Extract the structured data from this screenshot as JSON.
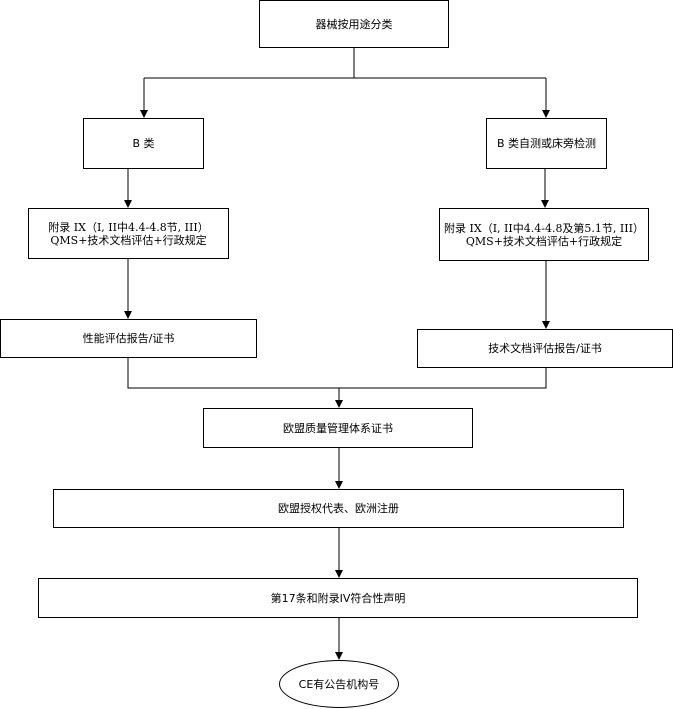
{
  "nodes": {
    "root": "器械按用途分类",
    "class_b": "B 类",
    "class_b_self": "B 类自测或床旁检测",
    "annex_left_line1": "附录 IX（I, II中4.4-4.8节, III）",
    "annex_left_line2": "QMS+技术文档评估+行政规定",
    "annex_right_line1": "附录 IX（I, II中4.4-4.8及第5.1节, III）",
    "annex_right_line2": "QMS+技术文档评估+行政规定",
    "perf_report": "性能评估报告/证书",
    "tech_report": "技术文档评估报告/证书",
    "eu_qms": "欧盟质量管理体系证书",
    "eu_rep": "欧盟授权代表、欧洲注册",
    "declaration": "第17条和附录IV符合性声明",
    "ce": "CE有公告机构号"
  }
}
